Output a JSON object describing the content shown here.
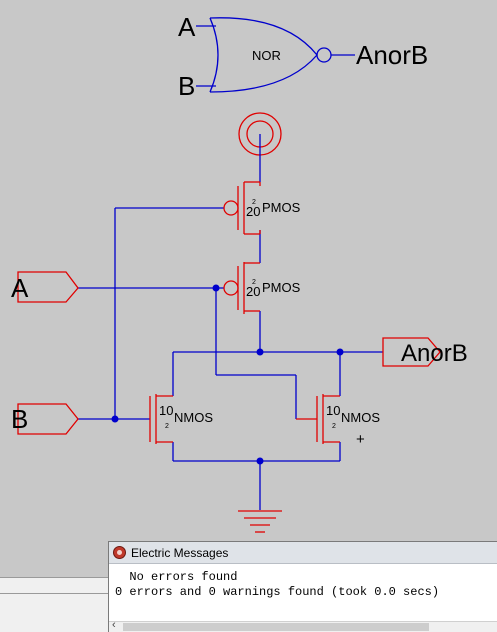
{
  "schematic": {
    "gate_symbol": {
      "input_a": "A",
      "input_b": "B",
      "name": "NOR",
      "output": "AnorB"
    },
    "ports": {
      "a": "A",
      "b": "B",
      "out": "AnorB"
    },
    "transistors": [
      {
        "id": "p1",
        "type": "PMOS",
        "width": "20",
        "length": "2"
      },
      {
        "id": "p2",
        "type": "PMOS",
        "width": "20",
        "length": "2"
      },
      {
        "id": "n1",
        "type": "NMOS",
        "width": "10",
        "length": "2"
      },
      {
        "id": "n2",
        "type": "NMOS",
        "width": "10",
        "length": "2"
      }
    ],
    "cursor_mark": "+"
  },
  "colors": {
    "wire": "#0000cc",
    "node": "#ff0000",
    "background": "#c8c8c8"
  },
  "messages_window": {
    "title": "Electric Messages",
    "lines": [
      "  No errors found",
      "0 errors and 0 warnings found (took 0.0 secs)"
    ],
    "scroll_arrow": "‹"
  }
}
